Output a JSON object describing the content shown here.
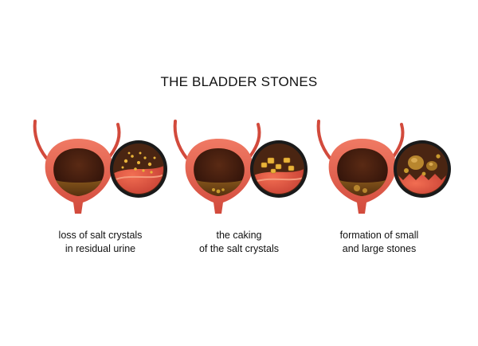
{
  "title": "THE BLADDER STONES",
  "colors": {
    "bladder_wall": "#e8604f",
    "bladder_wall_dark": "#c9423a",
    "cavity": "#3a1a10",
    "urine": "#8a5a1c",
    "lens_ring": "#1a1a1a",
    "crystal": "#e9b43a",
    "stone": "#b8862e"
  },
  "stages": [
    {
      "icon": "bladder-salt-crystals-icon",
      "caption": [
        "loss of salt crystals",
        "in residual urine"
      ]
    },
    {
      "icon": "bladder-caking-crystals-icon",
      "caption": [
        "the caking",
        "of the salt crystals"
      ]
    },
    {
      "icon": "bladder-stones-icon",
      "caption": [
        "formation of small",
        "and large stones"
      ]
    }
  ]
}
